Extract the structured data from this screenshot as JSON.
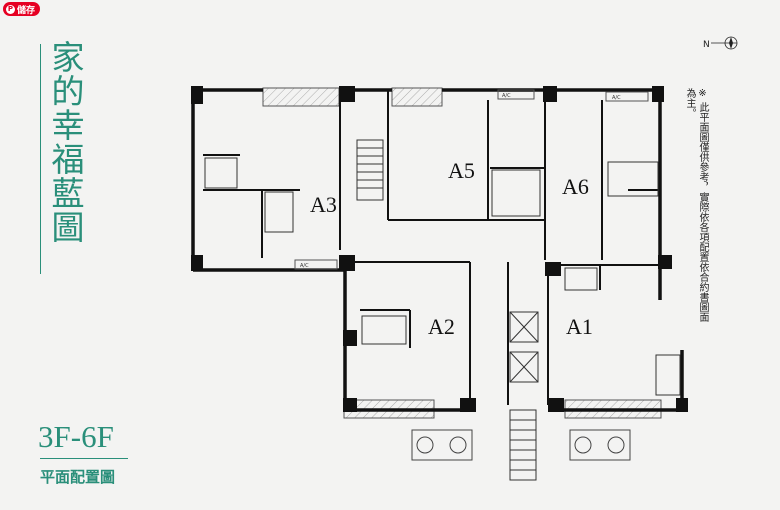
{
  "badge": {
    "label": "儲存"
  },
  "title": "家的幸福藍圖",
  "floor_range": "3F-6F",
  "plan_label": "平面配置圖",
  "note": "※ 此平面圖僅供參考，實際依各項配置依合約書圖面為主。",
  "compass": {
    "letter": "N"
  },
  "units": {
    "a1": "A1",
    "a2": "A2",
    "a3": "A3",
    "a5": "A5",
    "a6": "A6"
  },
  "ac_label": "A/C",
  "colors": {
    "accent": "#2a8f7a",
    "wall": "#111111",
    "background": "#f3f3f2"
  }
}
